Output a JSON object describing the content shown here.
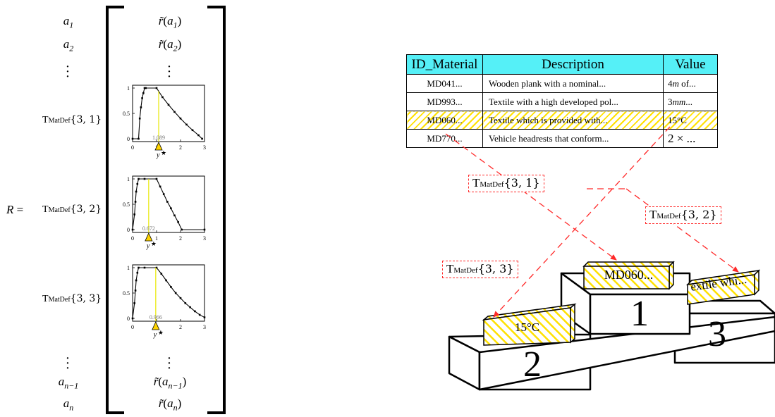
{
  "left_column": {
    "row_labels": [
      "a_1",
      "a_2"
    ],
    "bottom_labels": [
      "a_{n-1}",
      "a_n"
    ],
    "matrix_symbol": "R =",
    "t_labels": [
      "T_MatDef{3,1}",
      "T_MatDef{3,2}",
      "T_MatDef{3,3}"
    ]
  },
  "matrix_entries": {
    "top": [
      "r̃(a_1)",
      "r̃(a_2)"
    ],
    "bottom": [
      "r̃(a_{n−1})",
      "r̃(a_n)"
    ]
  },
  "plots": [
    {
      "name": "T_MatDef{3,1}",
      "ystar": 1.089,
      "ystar_label": "1.089",
      "curve": [
        [
          0,
          0
        ],
        [
          0.25,
          0
        ],
        [
          0.3,
          0.4
        ],
        [
          0.35,
          0.62
        ],
        [
          0.4,
          0.8
        ],
        [
          0.45,
          0.9
        ],
        [
          0.5,
          1
        ],
        [
          0.55,
          1
        ],
        [
          1,
          1
        ],
        [
          1.25,
          0.82
        ],
        [
          1.5,
          0.67
        ],
        [
          1.75,
          0.53
        ],
        [
          2,
          0.4
        ],
        [
          2.25,
          0.28
        ],
        [
          2.5,
          0.17
        ],
        [
          2.75,
          0.07
        ],
        [
          2.9,
          0
        ]
      ]
    },
    {
      "name": "T_MatDef{3,2}",
      "ystar": 0.672,
      "ystar_label": "0.672",
      "curve": [
        [
          0,
          0
        ],
        [
          0.08,
          0.3
        ],
        [
          0.12,
          0.55
        ],
        [
          0.15,
          0.75
        ],
        [
          0.2,
          0.9
        ],
        [
          0.25,
          1
        ],
        [
          0.5,
          1
        ],
        [
          1,
          1
        ],
        [
          1.15,
          0.85
        ],
        [
          1.3,
          0.7
        ],
        [
          1.45,
          0.55
        ],
        [
          1.6,
          0.42
        ],
        [
          1.75,
          0.28
        ],
        [
          1.9,
          0.15
        ],
        [
          2.05,
          0
        ],
        [
          3,
          0
        ]
      ]
    },
    {
      "name": "T_MatDef{3,3}",
      "ystar": 0.966,
      "ystar_label": "0.966",
      "curve": [
        [
          0,
          0
        ],
        [
          0.08,
          0.3
        ],
        [
          0.12,
          0.55
        ],
        [
          0.15,
          0.75
        ],
        [
          0.2,
          0.9
        ],
        [
          0.25,
          1
        ],
        [
          0.5,
          1
        ],
        [
          1,
          1
        ],
        [
          1.2,
          0.88
        ],
        [
          1.4,
          0.75
        ],
        [
          1.6,
          0.62
        ],
        [
          1.8,
          0.5
        ],
        [
          2,
          0.4
        ],
        [
          2.2,
          0.3
        ],
        [
          2.4,
          0.22
        ],
        [
          2.6,
          0.14
        ],
        [
          2.8,
          0.07
        ],
        [
          3,
          0.02
        ]
      ]
    }
  ],
  "plot_axes": {
    "x_ticks": [
      "0",
      "1",
      "2",
      "3"
    ],
    "y_ticks": [
      "0",
      "0.5",
      "1"
    ],
    "marker_label": "y",
    "marker_star": "★"
  },
  "table": {
    "headers": [
      "ID_Material",
      "Description",
      "Value"
    ],
    "rows": [
      {
        "id": "MD041...",
        "desc": "Wooden plank with a nominal...",
        "val_num": "4",
        "val_var": "m",
        "val_rest": " of..."
      },
      {
        "id": "MD993...",
        "desc": "Textile with a high developed pol...",
        "val_num": "3",
        "val_var": "mm",
        "val_rest": "..."
      },
      {
        "id": "MD060...",
        "desc": "Textile which is provided with...",
        "val_num": "15°C",
        "val_var": "",
        "val_rest": ""
      },
      {
        "id": "MD770...",
        "desc": "Vehicle headrests that conform...",
        "val_num": "2 × ...",
        "val_var": "",
        "val_rest": ""
      }
    ]
  },
  "tags": {
    "t31": {
      "base": "T",
      "sub": "MatDef",
      "args": "{3, 1}"
    },
    "t32": {
      "base": "T",
      "sub": "MatDef",
      "args": "{3, 2}"
    },
    "t33": {
      "base": "T",
      "sub": "MatDef",
      "args": "{3, 3}"
    }
  },
  "podium": {
    "step1": "1",
    "step2": "2",
    "step3": "3",
    "plaque1": "MD060...",
    "plaque2": "15°C",
    "plaque3": "extile whi..."
  },
  "colors": {
    "header_cyan": "#55f0f7",
    "hatch_yellow": "#ffe100",
    "dashed_red": "#ff2a2a",
    "ystar_line": "#e8e800"
  }
}
